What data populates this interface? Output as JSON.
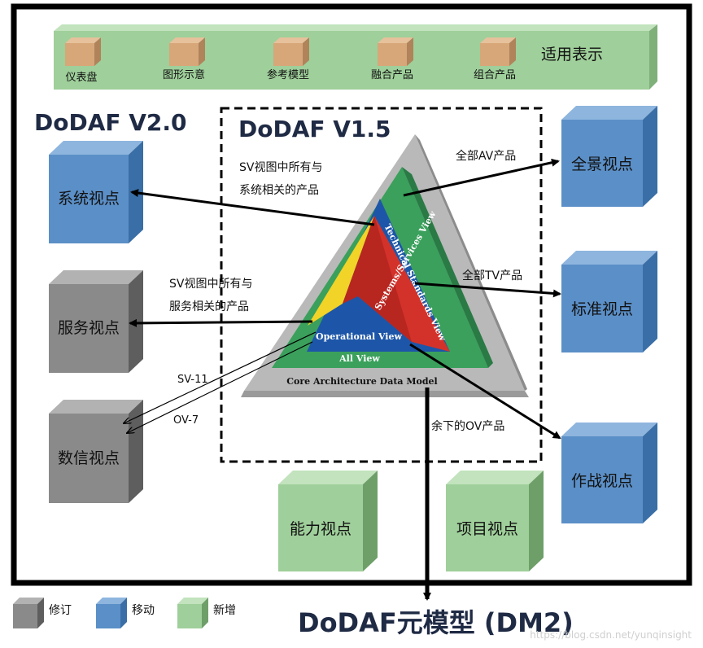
{
  "top_bar": {
    "label": "适用表示",
    "items": [
      "仪表盘",
      "图形示意",
      "参考模型",
      "融合产品",
      "组合产品"
    ]
  },
  "titles": {
    "v20": "DoDAF V2.0",
    "v15": "DoDAF V1.5",
    "meta_model": "DoDAF元模型 (DM2)"
  },
  "viewpoints": {
    "system": "系统视点",
    "service": "服务视点",
    "data": "数信视点",
    "all": "全景视点",
    "standard": "标准视点",
    "operational": "作战视点",
    "capability": "能力视点",
    "project": "项目视点"
  },
  "annotations": {
    "sv_system_1": "SV视图中所有与",
    "sv_system_2": "系统相关的产品",
    "sv_service_1": "SV视图中所有与",
    "sv_service_2": "服务相关的产品",
    "all_av": "全部AV产品",
    "all_tv": "全部TV产品",
    "rest_ov": "余下的OV产品",
    "sv11": "SV-11",
    "ov7": "OV-7"
  },
  "pyramid": {
    "systems_view": "Systems/Services View",
    "technical_view": "Technical Standards View",
    "operational_view": "Operational View",
    "all_view": "All View",
    "core_model": "Core Architecture Data Model"
  },
  "legend": {
    "revised": "修订",
    "moved": "移动",
    "added": "新增"
  },
  "watermark": "https://blog.csdn.net/yunqinsight",
  "colors": {
    "blue_front": "#5b8fc7",
    "gray_front": "#8a8a8a",
    "green_front": "#9fcf9a",
    "tan_front": "#d7a77a",
    "title_dark": "#1f2a44"
  }
}
